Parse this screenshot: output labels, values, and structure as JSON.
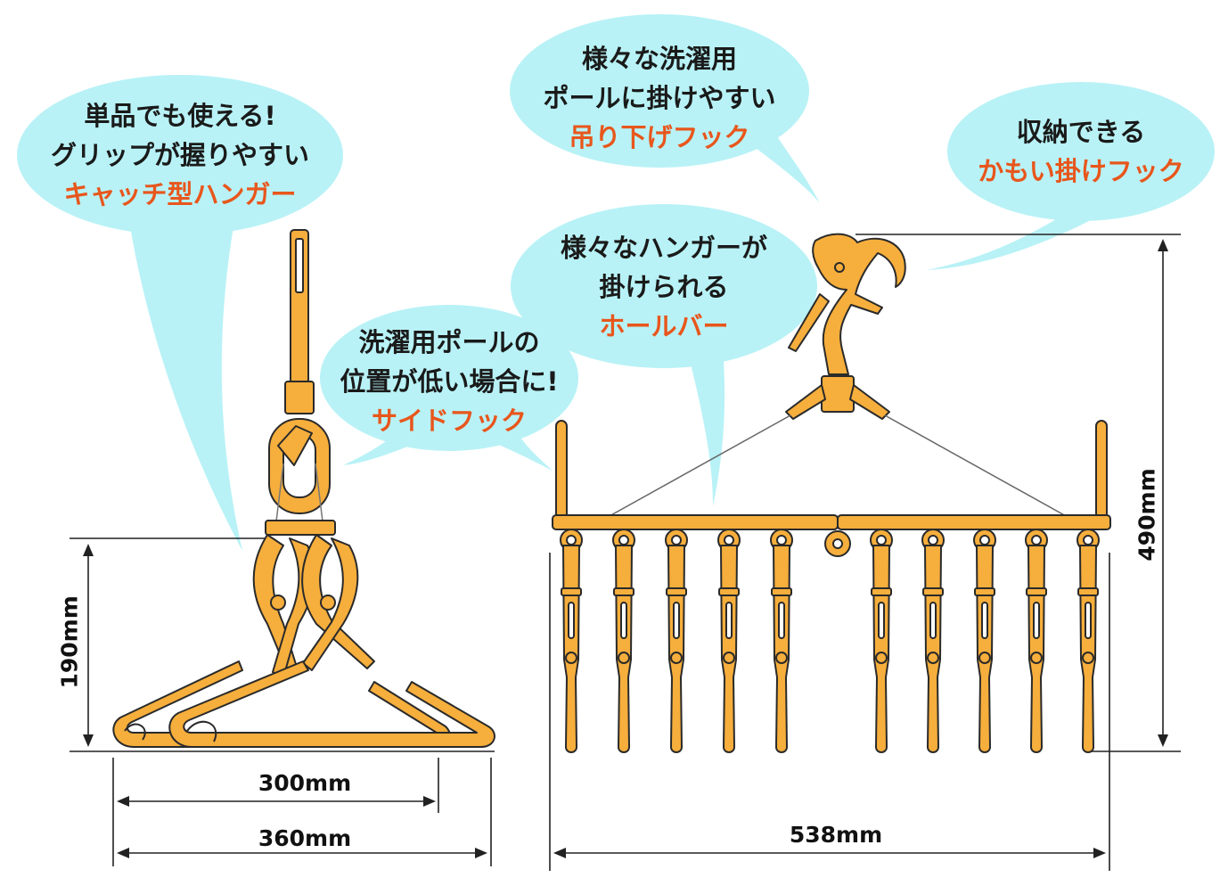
{
  "bubbles": {
    "catch_hanger": {
      "line1": "単品でも使える!",
      "line2": "グリップが握りやすい",
      "accent": "キャッチ型ハンガー"
    },
    "hang_hook": {
      "line1": "様々な洗濯用",
      "line2": "ポールに掛けやすい",
      "accent": "吊り下げフック"
    },
    "duck_hook": {
      "line1": "収納できる",
      "accent": "かもい掛けフック"
    },
    "hold_bar": {
      "line1": "様々なハンガーが",
      "line2": "掛けられる",
      "accent": "ホールバー"
    },
    "side_hook": {
      "line1": "洗濯用ポールの",
      "line2": "位置が低い場合に!",
      "accent": "サイドフック"
    }
  },
  "dimensions": {
    "hanger_height": "190mm",
    "hanger_inner_width": "300mm",
    "hanger_outer_width": "360mm",
    "rack_width": "538mm",
    "rack_height": "490mm"
  },
  "colors": {
    "product_fill": "#f6ae3c",
    "product_stroke": "#2a2a2a",
    "bubble_fill": "#b8f2f6",
    "accent_text": "#e8561c"
  },
  "rack": {
    "clip_count": 10
  }
}
